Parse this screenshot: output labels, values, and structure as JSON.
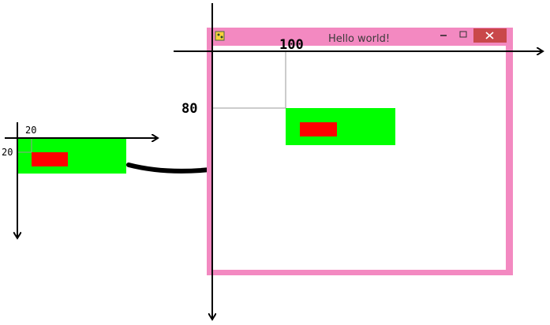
{
  "window": {
    "title": "Hello world!",
    "minimize_glyph": "–",
    "maximize_glyph": "□",
    "close_glyph": "✕",
    "app_icon": "pygame-snake-icon"
  },
  "labels": {
    "left_x_offset": "20",
    "left_y_offset": "20",
    "window_x_offset": "100",
    "window_y_offset": "80"
  },
  "colors": {
    "window_frame": "#f389c1",
    "close_button": "#c9484a",
    "outer_rect": "#00ff00",
    "inner_rect": "#ff0000",
    "canvas": "#ffffff"
  }
}
